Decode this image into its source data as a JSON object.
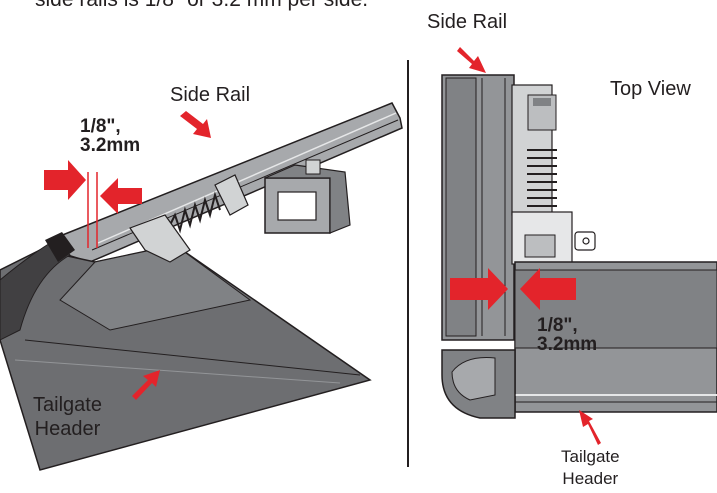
{
  "caption": {
    "text": "side rails is 1/8\" or 3.2 mm per side."
  },
  "left_view": {
    "side_rail_label": "Side Rail",
    "gap_line1": "1/8\",",
    "gap_line2": "3.2mm",
    "tailgate_line1": "Tailgate",
    "tailgate_line2": "Header"
  },
  "right_view": {
    "side_rail_label": "Side Rail",
    "view_label": "Top View",
    "gap_line1": "1/8\",",
    "gap_line2": "3.2mm",
    "tailgate_line1": "Tailgate",
    "tailgate_line2": "Header"
  },
  "colors": {
    "arrow": "#e3242b",
    "outline": "#231f20",
    "header_fill": "#6d6e71",
    "rail_fill": "#939598"
  }
}
